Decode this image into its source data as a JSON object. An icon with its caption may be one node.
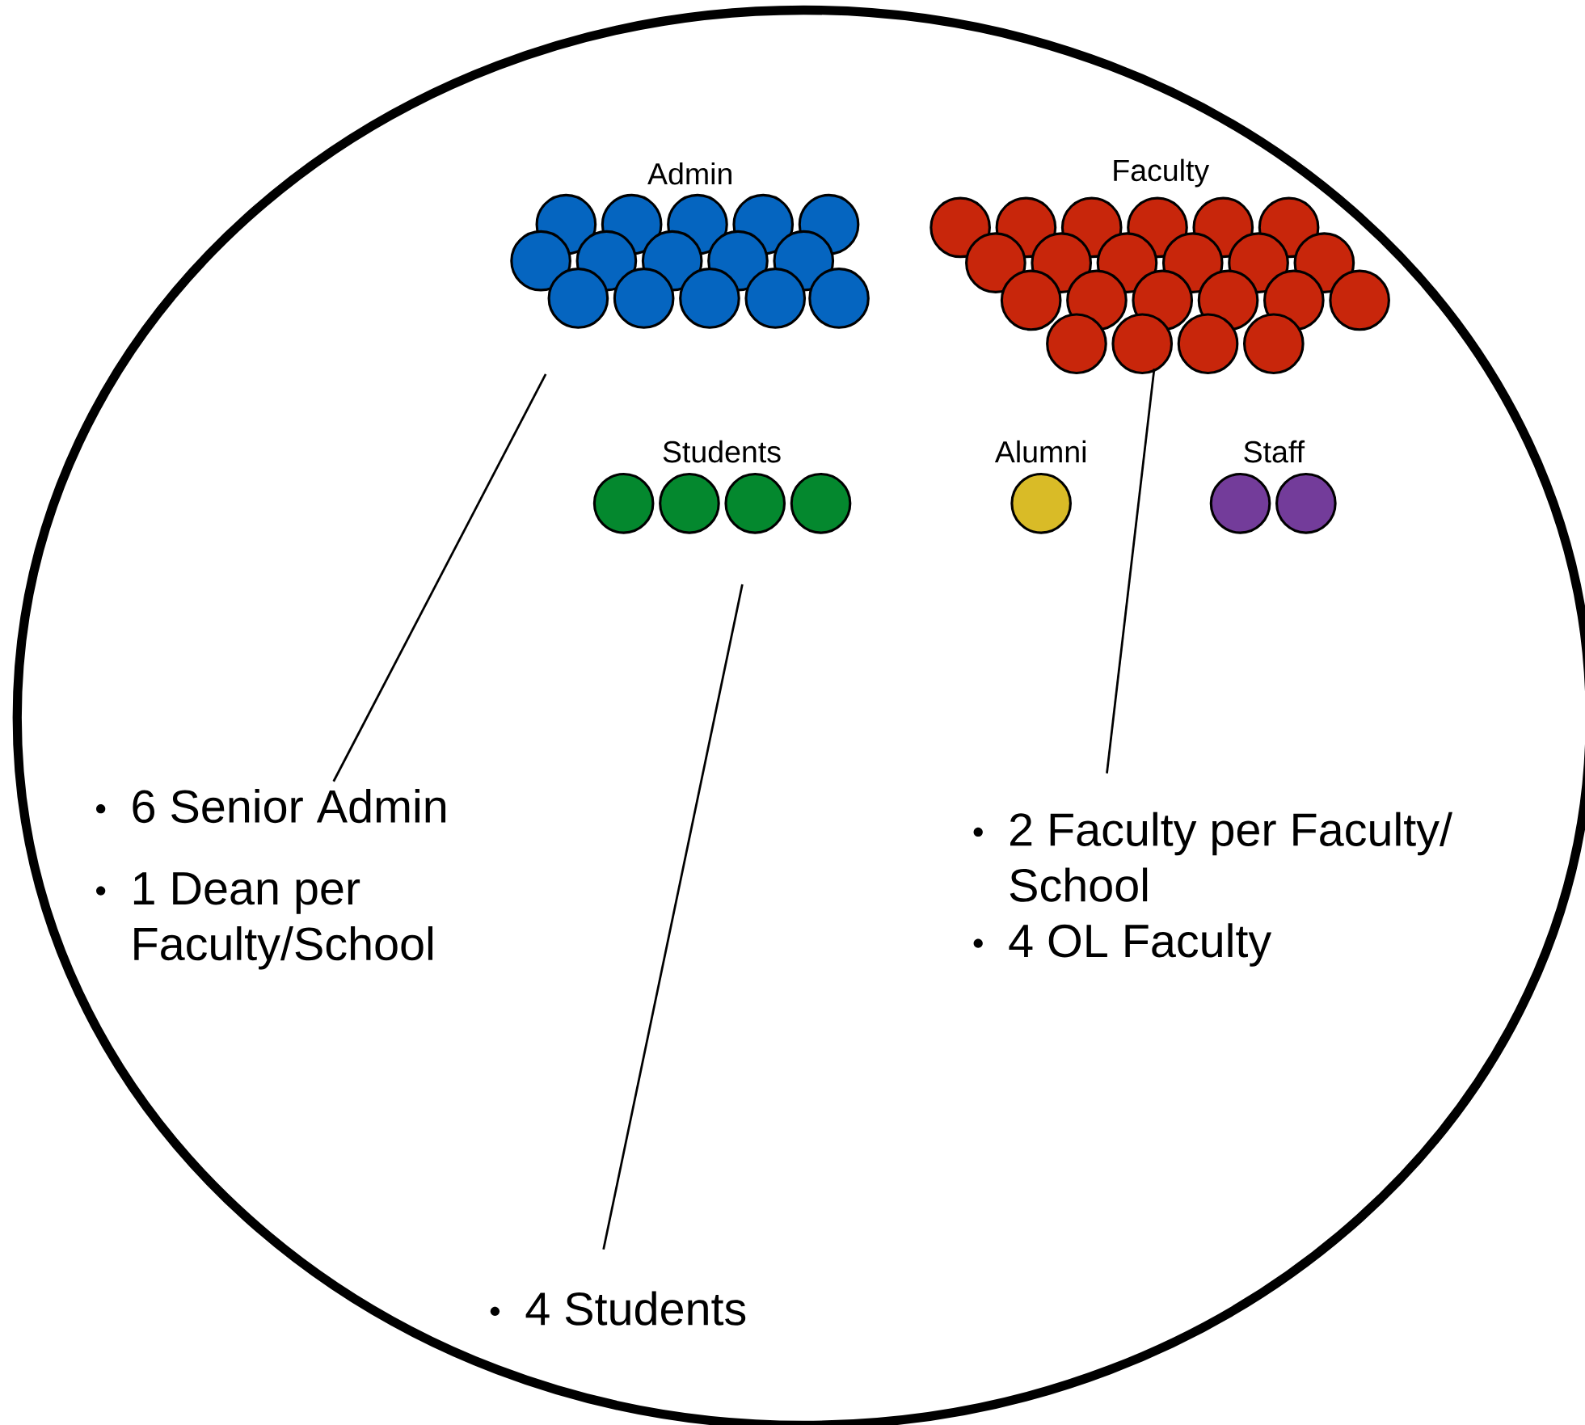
{
  "diagram": {
    "nodes": [
      {
        "text": [
          "Admin"
        ]
      },
      {
        "text": [
          "Faculty"
        ]
      },
      {
        "text": [
          "Students"
        ]
      },
      {
        "text": [
          "Alumni"
        ]
      },
      {
        "text": [
          "Staff"
        ]
      },
      {
        "text": [
          "6 Senior Admin",
          "1 Dean per Faculty/School"
        ]
      },
      {
        "text": [
          "2 Faculty per Faculty/ School",
          "4 OL Faculty"
        ]
      },
      {
        "text": [
          "4 Students"
        ]
      }
    ],
    "edges": [
      {
        "from": 5,
        "to": 0,
        "arrow": "none"
      },
      {
        "from": 6,
        "to": 1,
        "arrow": "none"
      },
      {
        "from": 7,
        "to": 2,
        "arrow": "none"
      }
    ]
  }
}
